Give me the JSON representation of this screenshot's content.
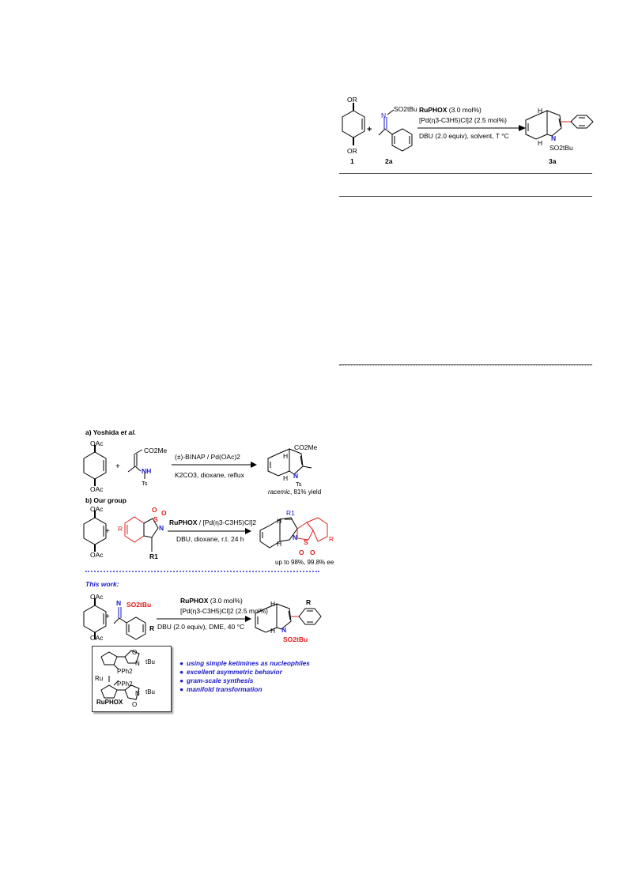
{
  "table_scheme": {
    "reagent1_sub1": "OR",
    "reagent1_sub2": "OR",
    "reagent1_label": "1",
    "plus": "+",
    "reagent2_group": "SO2tBu",
    "reagent2_label": "2a",
    "catalyst": "RuPHOX",
    "catalyst_load": "(3.0 mol%)",
    "pd": "[Pd(η3-C3H5)Cl]2 (2.5 mol%)",
    "conditions": "DBU (2.0 equiv), solvent, T °C",
    "product_h1": "H",
    "product_h2": "H",
    "product_n": "N",
    "product_group": "SO2tBu",
    "product_label": "3a"
  },
  "scheme": {
    "part_a_label": "a) Yoshida",
    "part_a_etal": "et al.",
    "a_sub1": "OAc",
    "a_sub2": "OAc",
    "a_plus": "+",
    "a_ester": "CO2Me",
    "a_nh": "NH",
    "a_ts": "Ts",
    "a_cond1": "(±)-BINAP / Pd(OAc)2",
    "a_cond2": "K2CO3, dioxane, reflux",
    "a_prod_ester": "CO2Me",
    "a_prod_h": "H",
    "a_prod_h2": "H",
    "a_prod_n": "N",
    "a_prod_ts": "Ts",
    "a_result_ital": "racemic",
    "a_result": ", 81% yield",
    "part_b_label": "b) Our group",
    "b_sub1": "OAc",
    "b_sub2": "OAc",
    "b_plus": "+",
    "b_r": "R",
    "b_r1": "R1",
    "b_s": "S",
    "b_o1": "O",
    "b_o2": "O",
    "b_n": "N",
    "b_cond1_bold": "RuPHOX",
    "b_cond1": " / [Pd(η3-C3H5)Cl]2",
    "b_cond2": "DBU, dioxane, r.t. 24 h",
    "b_prod_r1": "R1",
    "b_prod_h": "H",
    "b_prod_h2": "H",
    "b_prod_n": "N",
    "b_prod_s": "S",
    "b_prod_o1": "O",
    "b_prod_o2": "O",
    "b_prod_r": "R",
    "b_result": "up to 98%, 99.8% ee",
    "this_work": "This work:",
    "c_sub1": "OAc",
    "c_sub2": "OAc",
    "c_plus": "+",
    "c_group": "SO2tBu",
    "c_r": "R",
    "c_cond_bold": "RuPHOX",
    "c_cond_load": " (3.0 mol%)",
    "c_pd": "[Pd(η3-C3H5)Cl]2 (2.5 mol%)",
    "c_cond2": "DBU (2.0 equiv), DME, 40 °C",
    "c_prod_h": "H",
    "c_prod_h2": "H",
    "c_prod_n": "N",
    "c_prod_group": "SO2tBu",
    "c_prod_r": "R",
    "ligand_o1": "O",
    "ligand_n1": "N",
    "ligand_tbu1": "tBu",
    "ligand_pph1": "PPh2",
    "ligand_ru": "Ru",
    "ligand_pph2": "PPh2",
    "ligand_n2": "N",
    "ligand_tbu2": "tBu",
    "ligand_o2": "O",
    "ligand_name": "RuPHOX",
    "bullets": [
      "using simple ketimines as nucleophiles",
      "excellent asymmetric behavior",
      "gram-scale synthesis",
      "manifold transformation"
    ]
  },
  "colors": {
    "red": "#e0201b",
    "blue": "#1a1acc",
    "dotted_line": "#6a6ae0"
  }
}
